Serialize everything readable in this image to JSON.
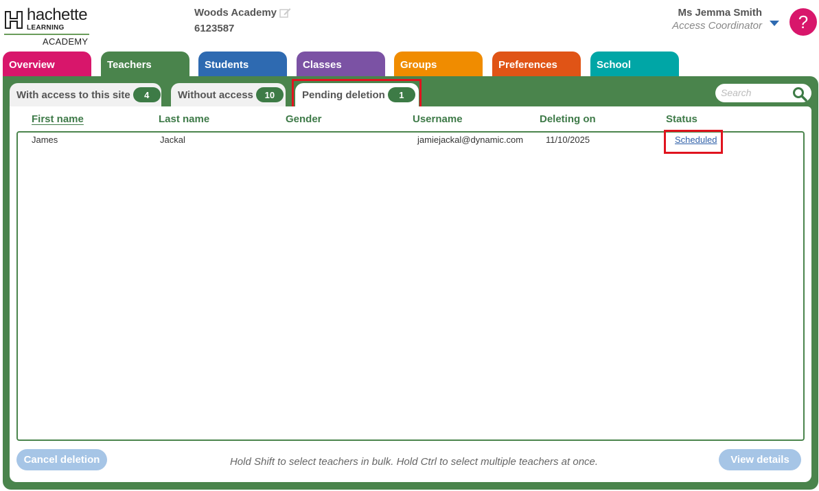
{
  "brand": {
    "word": "hachette",
    "sub": "LEARNING",
    "academy": "ACADEMY"
  },
  "school": {
    "name": "Woods Academy",
    "code": "6123587"
  },
  "user": {
    "name": "Ms Jemma Smith",
    "role": "Access Coordinator",
    "help_label": "?"
  },
  "main_tabs": [
    {
      "label": "Overview",
      "color": "#d8166b"
    },
    {
      "label": "Teachers",
      "color": "#4a844c",
      "active": true
    },
    {
      "label": "Students",
      "color": "#2e6ab1"
    },
    {
      "label": "Classes",
      "color": "#7b52a4"
    },
    {
      "label": "Groups",
      "color": "#f08c00"
    },
    {
      "label": "Preferences",
      "color": "#e05416"
    },
    {
      "label": "School",
      "color": "#00a6a6"
    }
  ],
  "sub_tabs": [
    {
      "label": "With access to this site",
      "count": "4"
    },
    {
      "label": "Without access",
      "count": "10"
    },
    {
      "label": "Pending deletion",
      "count": "1",
      "active": true
    }
  ],
  "search": {
    "placeholder": "Search",
    "icon": "search-icon"
  },
  "table": {
    "columns": [
      "First name",
      "Last name",
      "Gender",
      "Username",
      "Deleting on",
      "Status"
    ],
    "sorted_column": "First name",
    "rows": [
      {
        "first_name": "James",
        "last_name": "Jackal",
        "gender": "",
        "username": "jamiejackal@dynamic.com",
        "deleting_on": "11/10/2025",
        "status": "Scheduled"
      }
    ]
  },
  "footer": {
    "cancel_label": "Cancel deletion",
    "hint": "Hold Shift to select teachers in bulk. Hold Ctrl to select multiple teachers at once.",
    "view_label": "View details"
  },
  "colors": {
    "panel": "#4a844c",
    "pill": "#3d7b46",
    "highlight": "#e0131e",
    "disabled_button": "#a6c5e6",
    "link": "#2e5fa8"
  }
}
